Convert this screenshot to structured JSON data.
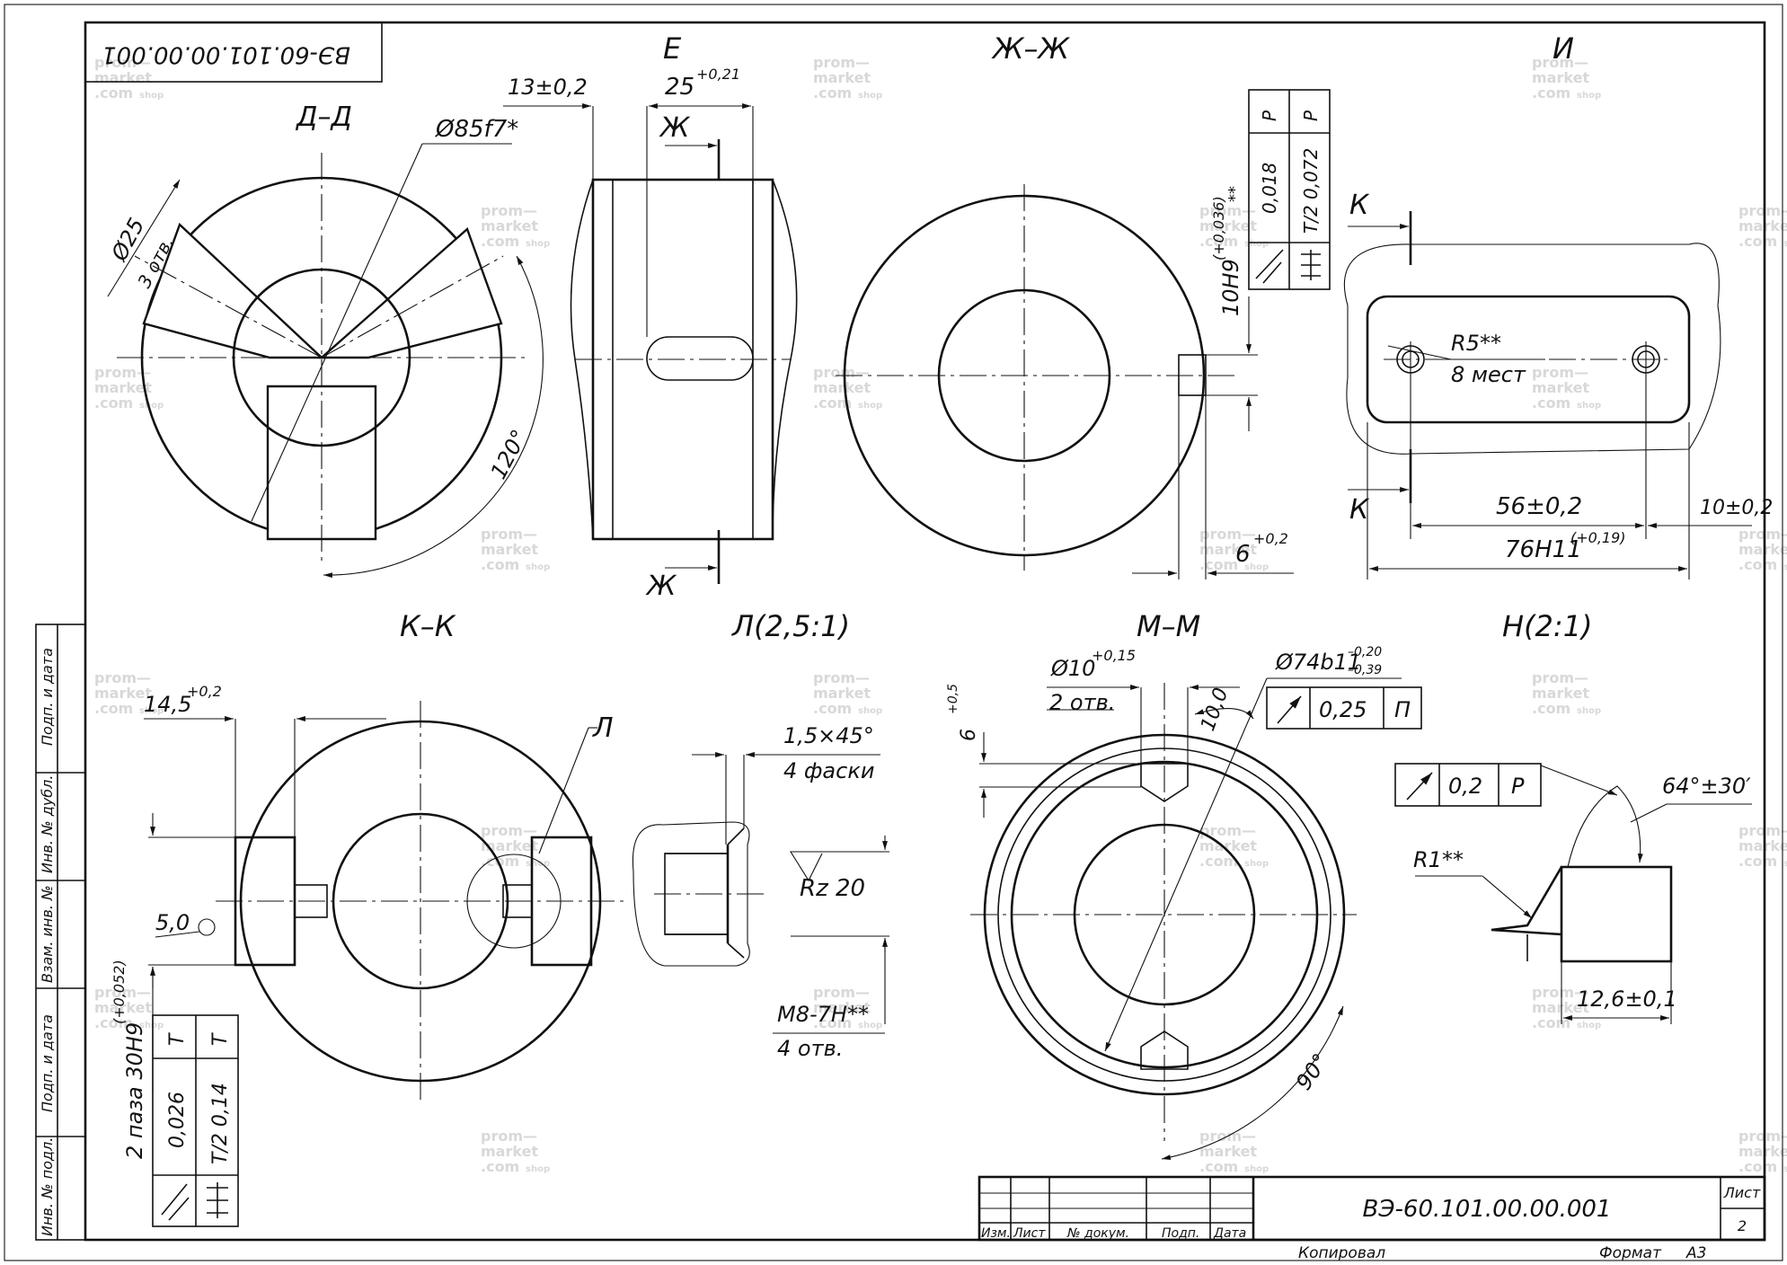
{
  "title_block": {
    "doc_number": "ВЭ-60.101.00.00.001",
    "doc_number_mirrored": "ВЭ-60.101.00.00.001",
    "sheet_label": "Лист",
    "sheet_number": "2",
    "col_izm": "Изм.",
    "col_list": "Лист",
    "col_doc": "№ докум.",
    "col_podp": "Подп.",
    "col_data": "Дата",
    "copied": "Копировал",
    "format_label": "Формат",
    "format_value": "А3"
  },
  "side_stamp": {
    "podp_data_1": "Подп. и дата",
    "inv_dubl": "Инв. № дубл.",
    "vzam_inv": "Взам. инв. №",
    "podp_data_2": "Подп. и дата",
    "inv_podl": "Инв. № подл."
  },
  "views": {
    "dd": {
      "title": "Д–Д",
      "d85": "Ø85f7*",
      "d25": "Ø25",
      "holes3": "3 отв.",
      "angle": "120°"
    },
    "e": {
      "title": "Е",
      "dim13": "13±0,2",
      "dim25": "25",
      "dim25_tol": "+0,21",
      "cut_mark": "Ж"
    },
    "zhzh": {
      "title": "Ж–Ж",
      "key": "10H9",
      "key_tol": "(+0,036)",
      "stars": "**",
      "dim6": "6",
      "dim6_tol": "+0,2",
      "tol_r1_c2": "0,018",
      "tol_r1_c3": "Р",
      "tol_r2_c2": "Т/2 0,072",
      "tol_r2_c3": "Р"
    },
    "i": {
      "title": "И",
      "r5": "R5**",
      "places": "8 мест",
      "cut_mark": "К",
      "d56": "56±0,2",
      "d76": "76H11",
      "d76_tol": "(+0,19)",
      "d10": "10±0,2"
    },
    "kk": {
      "title": "К–К",
      "d145": "14,5",
      "d145_tol": "+0,2",
      "d5": "5,0",
      "callout": "Л",
      "slot": "2 паза 30H9",
      "slot_tol": "(+0,052)",
      "tol_r1_c2": "0,026",
      "tol_r1_c3": "Т",
      "tol_r2_c2": "Т/2 0,14",
      "tol_r2_c3": "Т"
    },
    "l": {
      "title": "Л(2,5:1)",
      "chamfer": "1,5×45°",
      "chamfer_count": "4 фаски",
      "rz": "Rz 20",
      "thread": "M8-7H**",
      "thread_count": "4 отв."
    },
    "mm": {
      "title": "М–М",
      "d10": "Ø10",
      "d10_tol": "+0,15",
      "holes2": "2 отв.",
      "d74": "Ø74b11",
      "d74_tol1": "–0,20",
      "d74_tol2": "–0,39",
      "d6": "6",
      "d6_tol": "+0,5",
      "d100": "10,0",
      "runout": "0,25",
      "runout_base": "П",
      "angle": "90°"
    },
    "n": {
      "title": "Н(2:1)",
      "runout": "0,2",
      "runout_base": "Р",
      "angle": "64°±30′",
      "r1": "R1**",
      "d126": "12,6±0,1"
    }
  },
  "watermark": {
    "line1": "prom—",
    "line2": "market",
    "line3": ".com",
    "line4": "shop"
  },
  "colors": {
    "ink": "#111111",
    "paper": "#ffffff",
    "watermark": "#d8d8d8"
  }
}
